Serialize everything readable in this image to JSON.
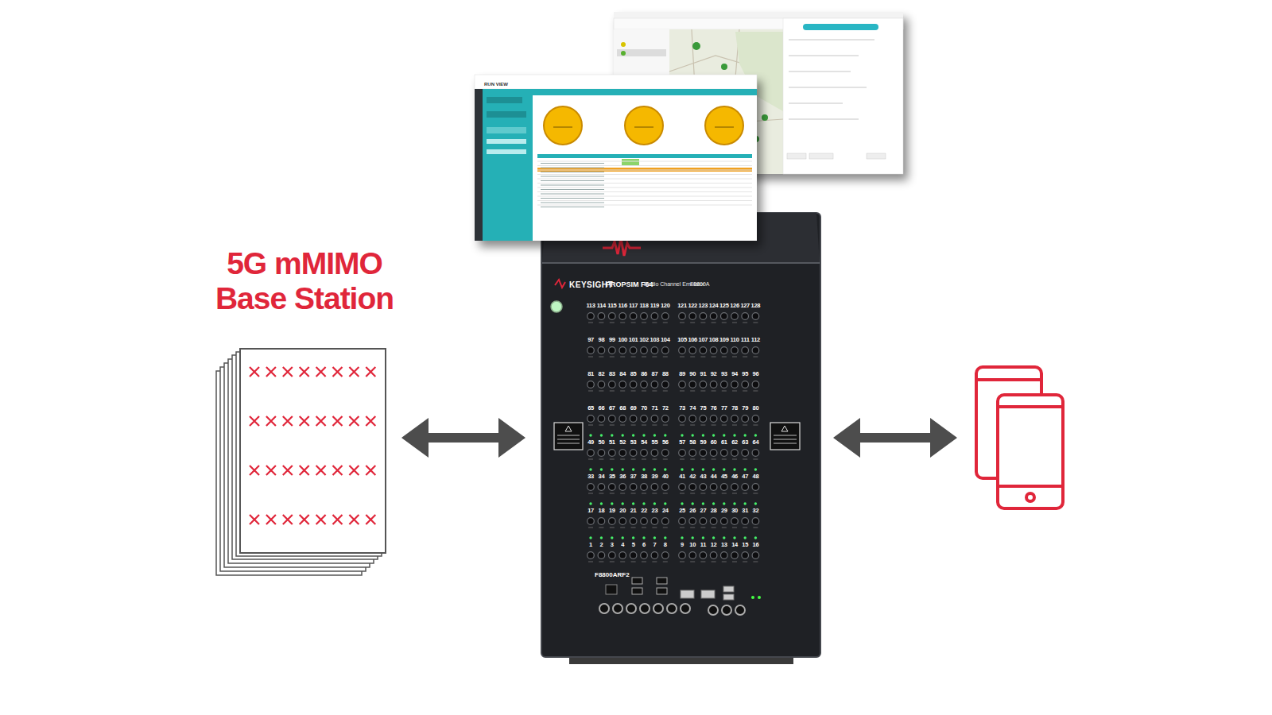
{
  "diagram": {
    "nodes": [
      {
        "text": [
          "5G mMIMO Base Station"
        ]
      },
      {
        "text": [
          "KEYSIGHT",
          "PROPSIM F64",
          "Radio Channel Emulator",
          "F8800A"
        ]
      }
    ],
    "edges": [
      {
        "from": 0,
        "to": 1,
        "arrow": "both"
      }
    ],
    "labels": [
      "RUN VIEW",
      "113",
      "114",
      "115",
      "116",
      "117",
      "118",
      "119",
      "120",
      "121",
      "122",
      "123",
      "124",
      "125",
      "126",
      "127",
      "128",
      "97",
      "98",
      "99",
      "100",
      "101",
      "102",
      "103",
      "104",
      "105",
      "106",
      "107",
      "108",
      "109",
      "110",
      "111",
      "112",
      "81",
      "82",
      "83",
      "84",
      "85",
      "86",
      "87",
      "88",
      "89",
      "90",
      "91",
      "92",
      "93",
      "94",
      "95",
      "96",
      "65",
      "66",
      "67",
      "68",
      "69",
      "70",
      "71",
      "72",
      "73",
      "74",
      "75",
      "76",
      "77",
      "78",
      "79",
      "80",
      "49",
      "50",
      "51",
      "52",
      "53",
      "54",
      "55",
      "56",
      "57",
      "58",
      "59",
      "60",
      "61",
      "62",
      "63",
      "64",
      "33",
      "34",
      "35",
      "36",
      "37",
      "38",
      "39",
      "40",
      "41",
      "42",
      "43",
      "44",
      "45",
      "46",
      "47",
      "48",
      "17",
      "18",
      "19",
      "20",
      "21",
      "22",
      "23",
      "24",
      "25",
      "26",
      "27",
      "28",
      "29",
      "30",
      "31",
      "32",
      "1",
      "2",
      "3",
      "4",
      "5",
      "6",
      "7",
      "8",
      "9",
      "10",
      "11",
      "12",
      "13",
      "14",
      "15",
      "16",
      "F8800ARF2"
    ]
  }
}
